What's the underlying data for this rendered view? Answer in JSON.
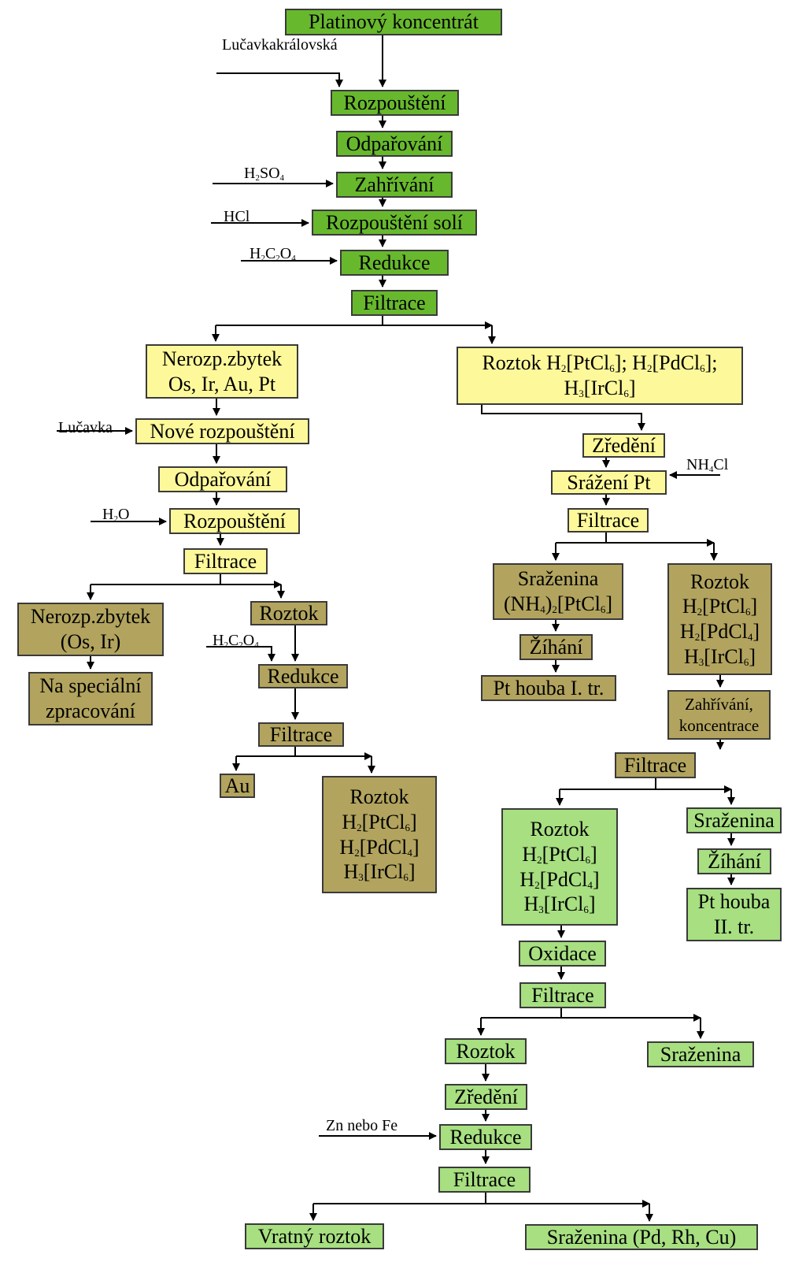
{
  "diagram": {
    "nodes": {
      "platinovy_koncentrat": [
        "Platinový koncentrát"
      ],
      "rozpousteni_1": [
        "Rozpouštění"
      ],
      "odparovani_1": [
        "Odpařování"
      ],
      "zahrivani_1": [
        "Zahřívání"
      ],
      "rozpousteni_soli": [
        "Rozpouštění solí"
      ],
      "redukce_1": [
        "Redukce"
      ],
      "filtrace_1": [
        "Filtrace"
      ],
      "nerozp_zbytek_1": [
        "Nerozp.zbytek",
        "Os, Ir, Au, Pt"
      ],
      "roztok_1": [
        "Roztok H_2[PtCl_6]; H_2[PdCl_6];",
        "H_3[IrCl_6]"
      ],
      "nove_rozpousteni": [
        "Nové rozpouštění"
      ],
      "odparovani_2": [
        "Odpařování"
      ],
      "rozpousteni_2": [
        "Rozpouštění"
      ],
      "filtrace_2": [
        "Filtrace"
      ],
      "nerozp_zbytek_2": [
        "Nerozp.zbytek",
        "(Os, Ir)"
      ],
      "na_specialni": [
        "Na speciální",
        "zpracování"
      ],
      "roztok_2": [
        "Roztok"
      ],
      "redukce_2": [
        "Redukce"
      ],
      "filtrace_3": [
        "Filtrace"
      ],
      "au": [
        "Au"
      ],
      "roztok_3": [
        "Roztok",
        "H_2[PtCl_6]",
        "H_2[PdCl_4]",
        "H_3[IrCl_6]"
      ],
      "zredeni_1": [
        "Zředění"
      ],
      "srazeni_pt": [
        "Srážení Pt"
      ],
      "filtrace_4": [
        "Filtrace"
      ],
      "srazenina_1": [
        "Sraženina",
        "(NH_4)_2[PtCl_6]"
      ],
      "zihani_1": [
        "Žíhání"
      ],
      "pt_houba_1": [
        "Pt houba I. tr."
      ],
      "roztok_4": [
        "Roztok",
        "H_2[PtCl_6]",
        "H_2[PdCl_4]",
        "H_3[IrCl_6]"
      ],
      "zahrivani_koncentrace": [
        "Zahřívání,",
        "koncentrace"
      ],
      "filtrace_5": [
        "Filtrace"
      ],
      "roztok_5": [
        "Roztok",
        "H_2[PtCl_6]",
        "H_2[PdCl_4]",
        "H_3[IrCl_6]"
      ],
      "srazenina_2": [
        "Sraženina"
      ],
      "zihani_2": [
        "Žíhání"
      ],
      "pt_houba_2": [
        "Pt houba",
        "II. tr."
      ],
      "oxidace": [
        "Oxidace"
      ],
      "filtrace_6": [
        "Filtrace"
      ],
      "roztok_6": [
        "Roztok"
      ],
      "srazenina_3": [
        "Sraženina"
      ],
      "zredeni_2": [
        "Zředění"
      ],
      "redukce_3": [
        "Redukce"
      ],
      "filtrace_7": [
        "Filtrace"
      ],
      "vratny_roztok": [
        "Vratný roztok"
      ],
      "srazenina_pd_rh_cu": [
        "Sraženina (Pd, Rh, Cu)"
      ]
    },
    "reagents": {
      "lucavka_kralovska": [
        "Lučavka",
        "královská"
      ],
      "h2so4": [
        "H_2SO_4"
      ],
      "hcl": [
        "HCl"
      ],
      "h2c2o4_1": [
        "H_2C_2O_4"
      ],
      "lucavka": [
        "Lučavka"
      ],
      "h2o": [
        "H_2O"
      ],
      "h2c2o4_2": [
        "H_2C_2O_4"
      ],
      "nh4cl": [
        "NH_4Cl"
      ],
      "zn_nebo_fe": [
        "Zn nebo Fe"
      ]
    },
    "colors": {
      "stage_1": "#68b82e",
      "stage_2": "#fdf99a",
      "stage_3": "#b2a45e",
      "stage_4": "#a7df81",
      "border": "#3a3a3a",
      "line": "#000000"
    }
  }
}
